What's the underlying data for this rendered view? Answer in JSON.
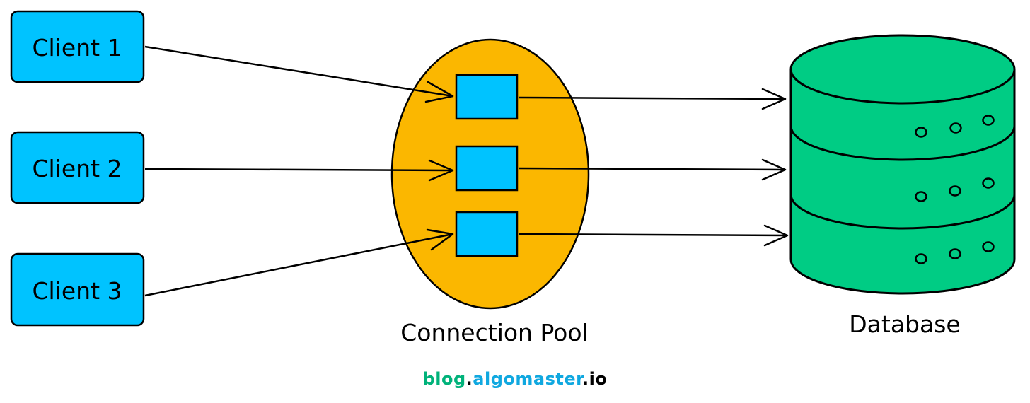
{
  "clients": [
    {
      "label": "Client 1"
    },
    {
      "label": "Client 2"
    },
    {
      "label": "Client 3"
    }
  ],
  "pool": {
    "label": "Connection Pool",
    "connection_count": 3
  },
  "database": {
    "label": "Database"
  },
  "footer": {
    "part1": "blog",
    "dot1": ".",
    "part2": "algomaster",
    "dot2": ".",
    "part3": "io"
  },
  "colors": {
    "client_fill": "#00C3FF",
    "pool_fill": "#FBB700",
    "connection_fill": "#00C3FF",
    "database_fill": "#00CC84",
    "footer_blog": "#00B27A",
    "footer_algomaster": "#10A8E0"
  }
}
